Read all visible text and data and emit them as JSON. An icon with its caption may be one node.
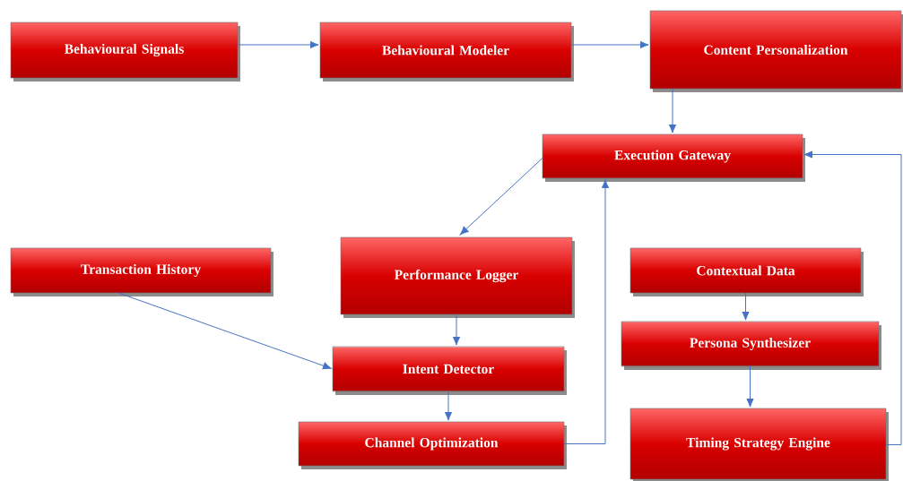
{
  "diagram": {
    "nodes": [
      {
        "text": [
          "Behavioural Signals"
        ]
      },
      {
        "text": [
          "Behavioural Modeler"
        ]
      },
      {
        "text": [
          "Content Personalization"
        ]
      },
      {
        "text": [
          "Execution Gateway"
        ]
      },
      {
        "text": [
          "Transaction History"
        ]
      },
      {
        "text": [
          "Performance Logger"
        ]
      },
      {
        "text": [
          "Contextual Data"
        ]
      },
      {
        "text": [
          "Intent Detector"
        ]
      },
      {
        "text": [
          "Persona Synthesizer"
        ]
      },
      {
        "text": [
          "Channel Optimization"
        ]
      },
      {
        "text": [
          "Timing Strategy Engine"
        ]
      }
    ],
    "edges": [
      {
        "from": 0,
        "to": 1,
        "arrow": "to"
      },
      {
        "from": 1,
        "to": 2,
        "arrow": "to"
      },
      {
        "from": 2,
        "to": 3,
        "arrow": "to"
      },
      {
        "from": 3,
        "to": 5,
        "arrow": "to"
      },
      {
        "from": 4,
        "to": 7,
        "arrow": "to"
      },
      {
        "from": 5,
        "to": 7,
        "arrow": "to"
      },
      {
        "from": 7,
        "to": 9,
        "arrow": "to"
      },
      {
        "from": 9,
        "to": 3,
        "arrow": "to"
      },
      {
        "from": 6,
        "to": 8,
        "arrow": "to"
      },
      {
        "from": 8,
        "to": 10,
        "arrow": "to"
      },
      {
        "from": 10,
        "to": 3,
        "arrow": "to"
      }
    ]
  }
}
